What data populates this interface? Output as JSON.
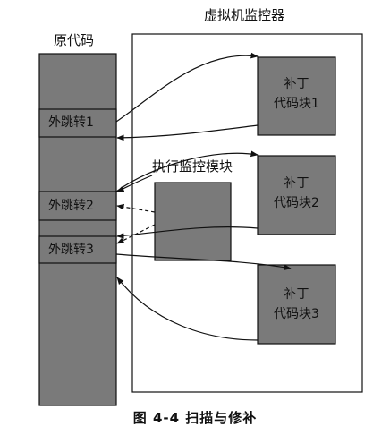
{
  "vmm_title": "虚拟机监控器",
  "source_title": "原代码",
  "monitor_label": "执行监控模块",
  "jumps": [
    "外跳转1",
    "外跳转2",
    "外跳转3"
  ],
  "patches": [
    {
      "line1": "补丁",
      "line2": "代码块1"
    },
    {
      "line1": "补丁",
      "line2": "代码块2"
    },
    {
      "line1": "补丁",
      "line2": "代码块3"
    }
  ],
  "caption": "图 4-4    扫描与修补",
  "colors": {
    "block_fill": "#7a7a7a",
    "line": "#111111",
    "background": "#ffffff"
  }
}
